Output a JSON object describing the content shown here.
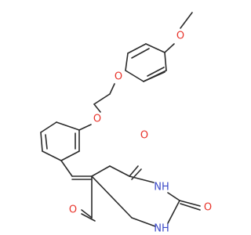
{
  "colors": {
    "bond": "#2b2b2b",
    "oxygen": "#e8332a",
    "nitrogen": "#3b49c8",
    "background": "#ffffff"
  },
  "atoms": [
    {
      "id": "O_methoxy",
      "symbol": "O"
    },
    {
      "id": "O_phenoxy",
      "symbol": "O"
    },
    {
      "id": "O_ether",
      "symbol": "O"
    },
    {
      "id": "O_c4",
      "symbol": "O"
    },
    {
      "id": "N_h3",
      "symbol": "NH"
    },
    {
      "id": "O_c2",
      "symbol": "O"
    },
    {
      "id": "N_h1",
      "symbol": "NH"
    },
    {
      "id": "O_c6",
      "symbol": "O"
    }
  ]
}
